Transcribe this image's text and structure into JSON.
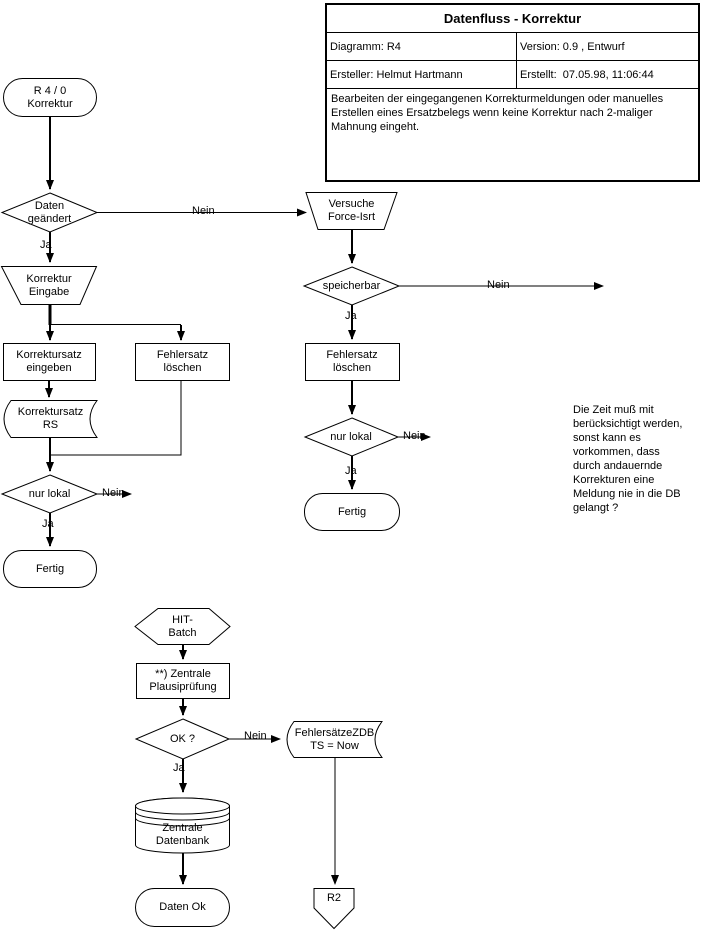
{
  "title_block": {
    "title": "Datenfluss - Korrektur",
    "diagram": "Diagramm: R4",
    "version": "Version: 0.9 , Entwurf",
    "author": "Ersteller: Helmut Hartmann",
    "created": "Erstellt:  07.05.98, 11:06:44",
    "description": "Bearbeiten der eingegangenen Korrekturmeldungen oder manuelles Erstellen eines Ersatzbelegs wenn keine Korrektur nach 2-maliger Mahnung eingeht."
  },
  "nodes": {
    "start": "R 4 / 0\nKorrektur",
    "daten_geaendert": "Daten\ngeändert",
    "korrektur_eingabe": "Korrektur\nEingabe",
    "korrektursatz_eingeben": "Korrektursatz\neingeben",
    "fehlersatz_loeschen_links": "Fehlersatz\nlöschen",
    "korrektursatz_rs": "Korrektursatz\nRS",
    "nur_lokal_links": "nur lokal",
    "fertig_links": "Fertig",
    "versuche_force_isrt": "Versuche\nForce-Isrt",
    "speicherbar": "speicherbar",
    "fehlersatz_loeschen_rechts": "Fehlersatz\nlöschen",
    "nur_lokal_rechts": "nur lokal",
    "fertig_rechts": "Fertig",
    "hit_batch": "HIT-\nBatch",
    "zentrale_plausipruefung": "**) Zentrale\nPlausiprüfung",
    "ok_frage": "OK ?",
    "fehlersaetze_zdb": "FehlersätzeZDB\nTS = Now",
    "zentrale_datenbank": "Zentrale\nDatenbank",
    "daten_ok": "Daten Ok",
    "r2": "R2"
  },
  "edge_labels": {
    "ja": "Ja",
    "nein": "Nein"
  },
  "annotation": "Die Zeit muß mit\nberücksichtigt werden,\nsonst kann es\nvorkommen, dass\ndurch andauernde\nKorrekturen eine\nMeldung nie in die DB\ngelangt ?",
  "colors": {
    "line": "#000000",
    "background": "#ffffff"
  }
}
